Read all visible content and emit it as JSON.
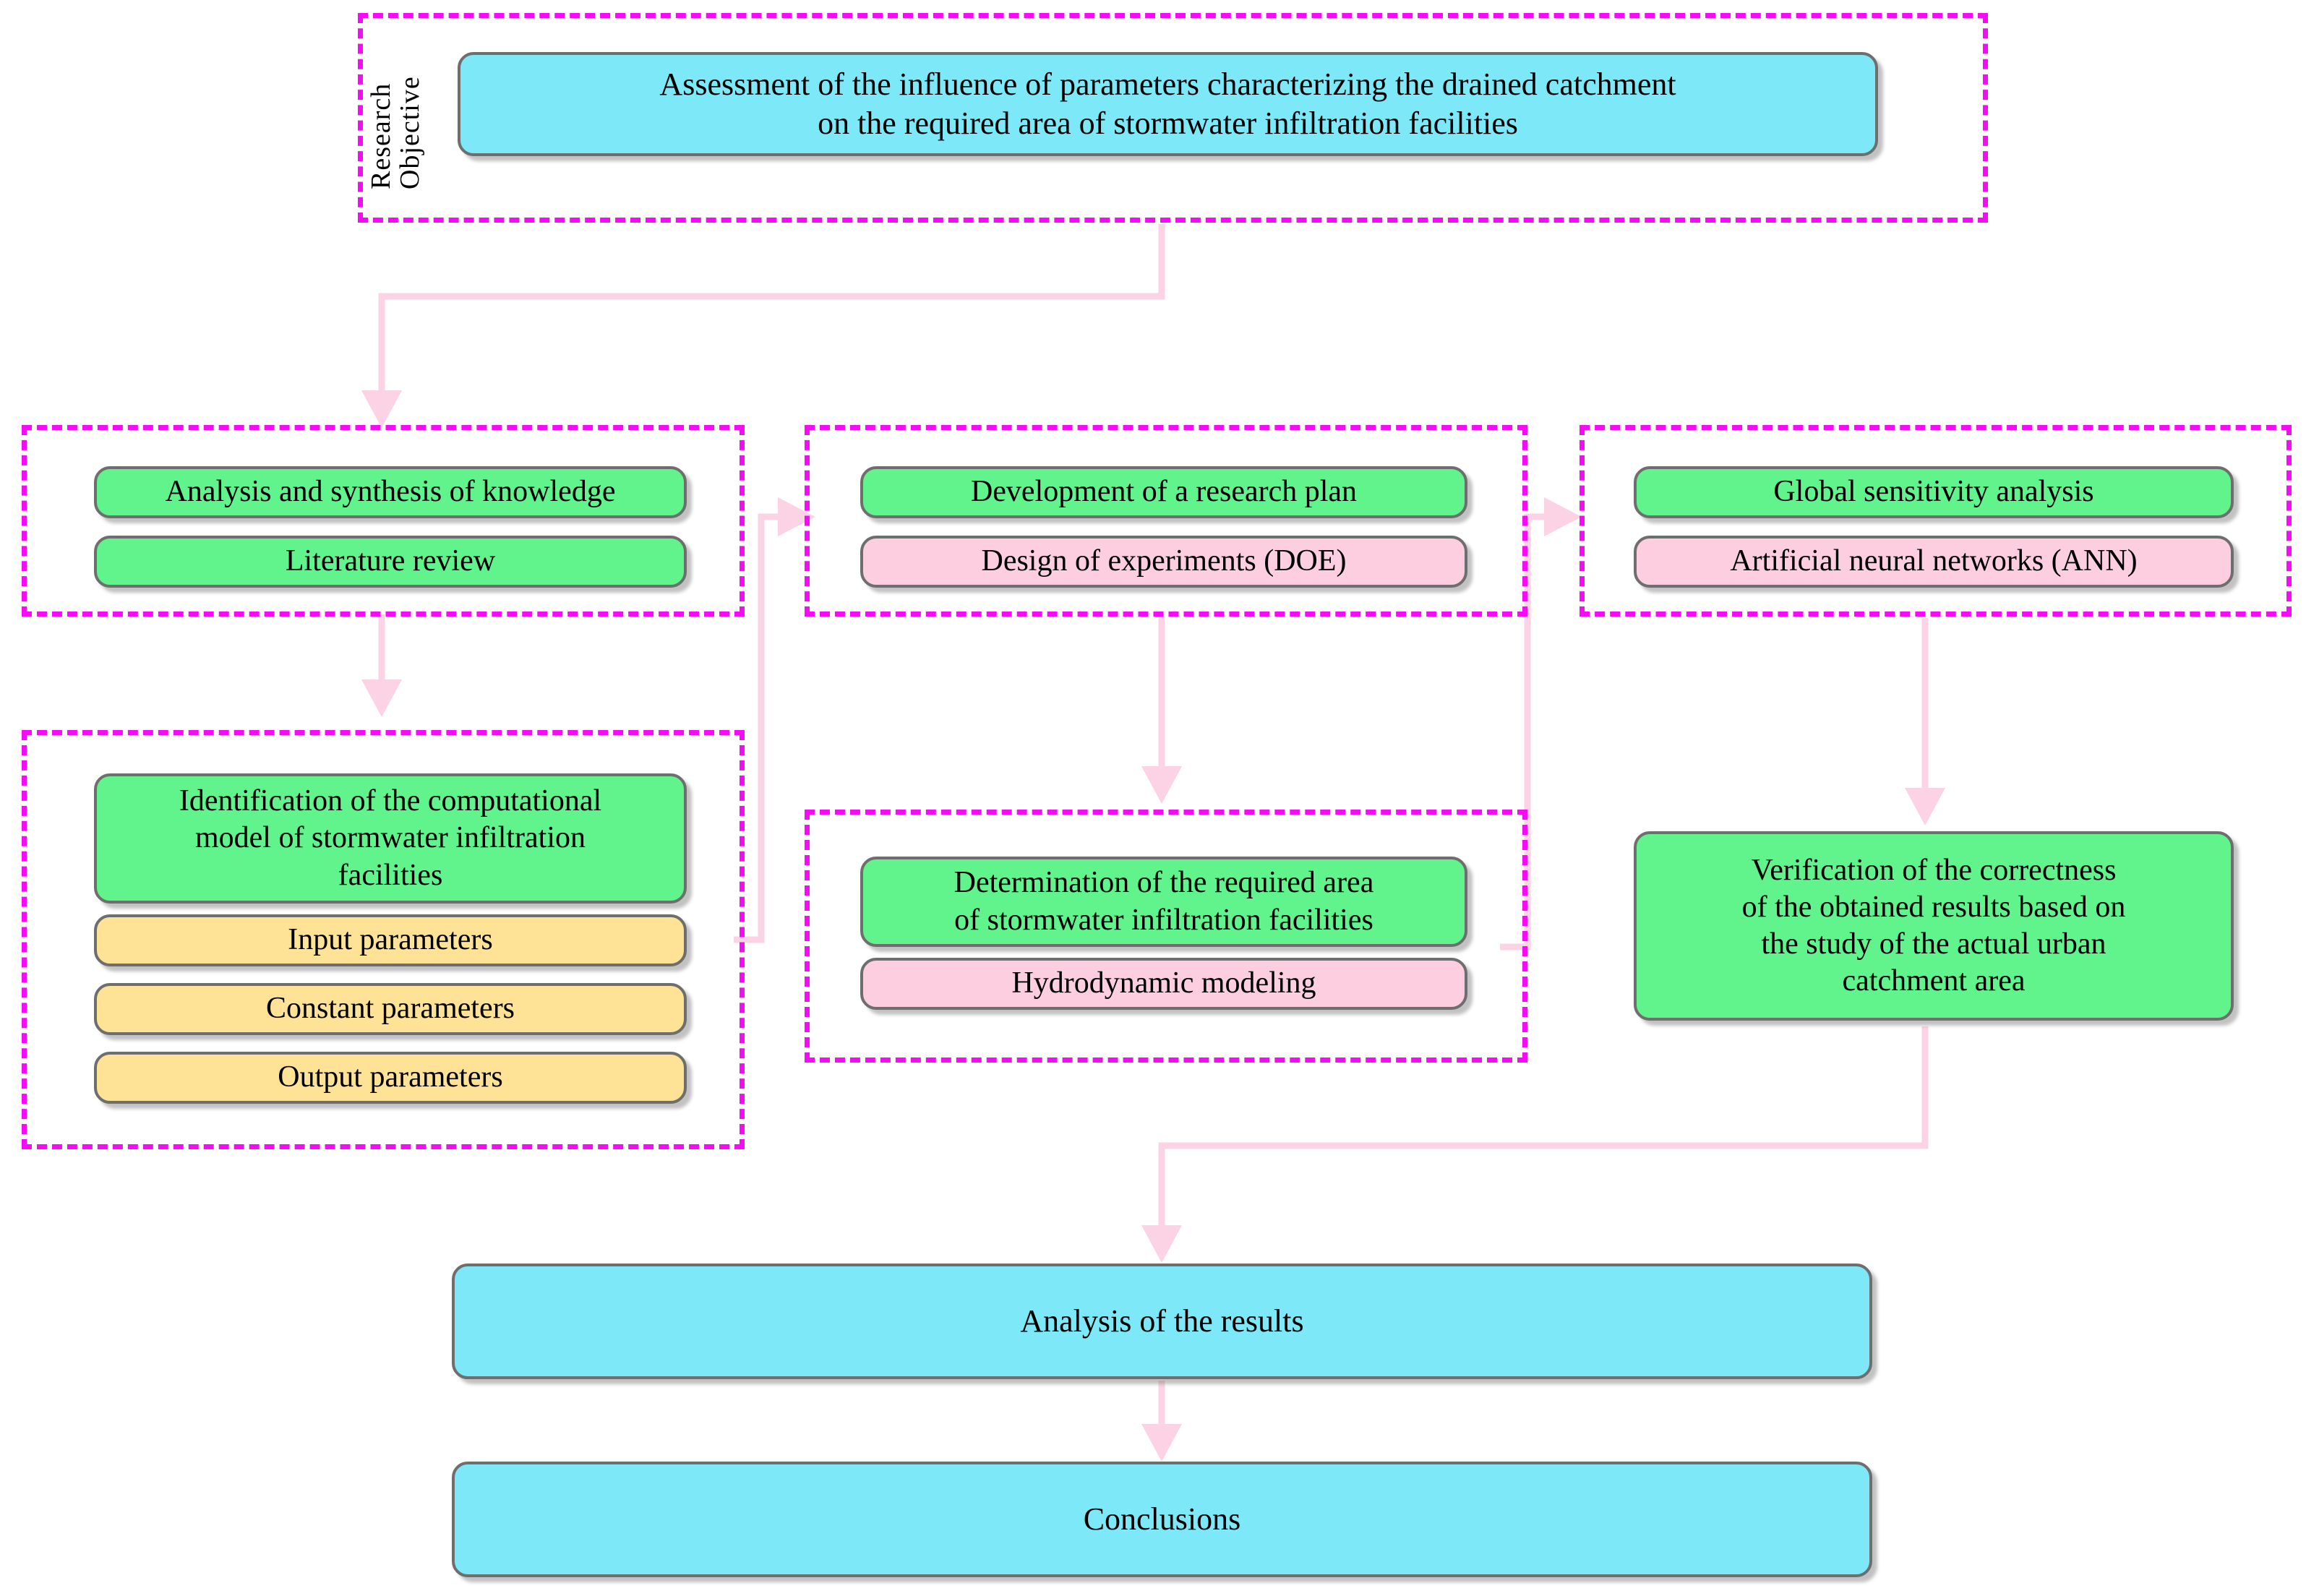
{
  "diagram": {
    "title_label": {
      "line1": "Research",
      "line2": "Objective"
    },
    "colors": {
      "group_border": "#F50BF5",
      "objective_box": "#7DE8F7",
      "method_box": "#61F48D",
      "tool_box": "#FCCEE0",
      "parameter_box": "#FEE295",
      "connector": "#FBD3E4",
      "box_border": "#6E6E6E"
    },
    "objective": {
      "text": "Assessment of the influence of parameters characterizing the drained catchment on the required area of stormwater infiltration facilities",
      "line1": "Assessment of the influence of parameters characterizing the drained catchment",
      "line2": "on the required area of stormwater infiltration facilities"
    },
    "groups": [
      {
        "id": "knowledge",
        "boxes": [
          {
            "label": "Analysis and synthesis of knowledge",
            "kind": "method"
          },
          {
            "label": "Literature review",
            "kind": "method"
          }
        ]
      },
      {
        "id": "research-plan",
        "boxes": [
          {
            "label": "Development of a research plan",
            "kind": "method"
          },
          {
            "label": "Design of experiments (DOE)",
            "kind": "tool"
          }
        ]
      },
      {
        "id": "sensitivity",
        "boxes": [
          {
            "label": "Global sensitivity analysis",
            "kind": "method"
          },
          {
            "label": "Artificial neural networks (ANN)",
            "kind": "tool"
          }
        ]
      },
      {
        "id": "model-identification",
        "boxes": [
          {
            "label": "Identification of the computational model of stormwater infiltration facilities",
            "kind": "method"
          },
          {
            "label": "Input parameters",
            "kind": "parameter"
          },
          {
            "label": "Constant parameters",
            "kind": "parameter"
          },
          {
            "label": "Output parameters",
            "kind": "parameter"
          }
        ]
      },
      {
        "id": "area-determination",
        "boxes": [
          {
            "label": "Determination of the required area of stormwater infiltration facilities",
            "kind": "method"
          },
          {
            "label": "Hydrodynamic modeling",
            "kind": "tool"
          }
        ]
      }
    ],
    "model_identification_lines": {
      "l1": "Identification of the computational",
      "l2": "model of stormwater infiltration",
      "l3": "facilities"
    },
    "area_determination_lines": {
      "l1": "Determination of the required area",
      "l2": "of stormwater infiltration facilities"
    },
    "verification": {
      "l1": "Verification of the correctness",
      "l2": "of the obtained results based on",
      "l3": "the study of the actual urban",
      "l4": "catchment area",
      "text": "Verification of the correctness of the obtained results based on the study of the actual urban catchment area"
    },
    "results": {
      "label": "Analysis of the results"
    },
    "conclusions": {
      "label": "Conclusions"
    }
  }
}
